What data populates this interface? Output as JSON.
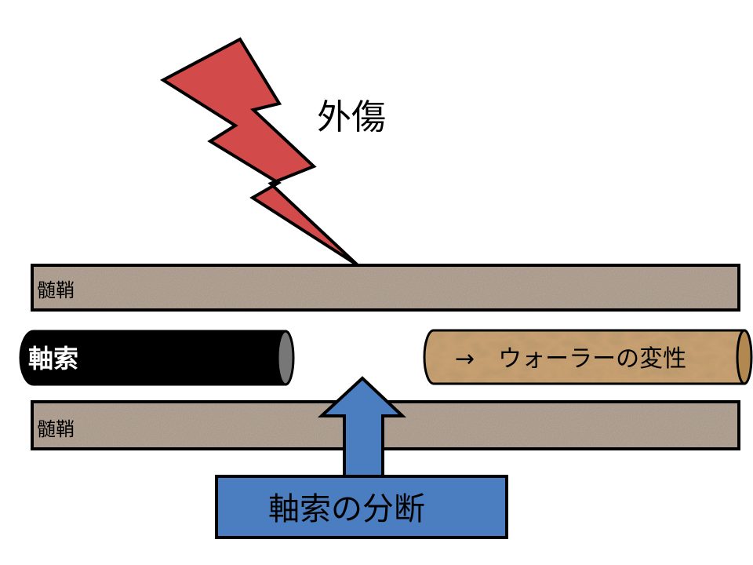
{
  "trauma": {
    "label": "外傷"
  },
  "myelin_top": {
    "label": "髄鞘"
  },
  "myelin_bottom": {
    "label": "髄鞘"
  },
  "axon_intact": {
    "label": "軸索"
  },
  "axon_degenerating": {
    "label": "→　ウォーラーの変性"
  },
  "transection": {
    "label": "軸索の分断"
  },
  "colors": {
    "bolt": "#d24a4a",
    "arrow": "#4a7ec0",
    "myelin": "#a89888",
    "axon_intact": "#000000",
    "axon_degenerating": "#c8a070",
    "outline": "#000000"
  }
}
